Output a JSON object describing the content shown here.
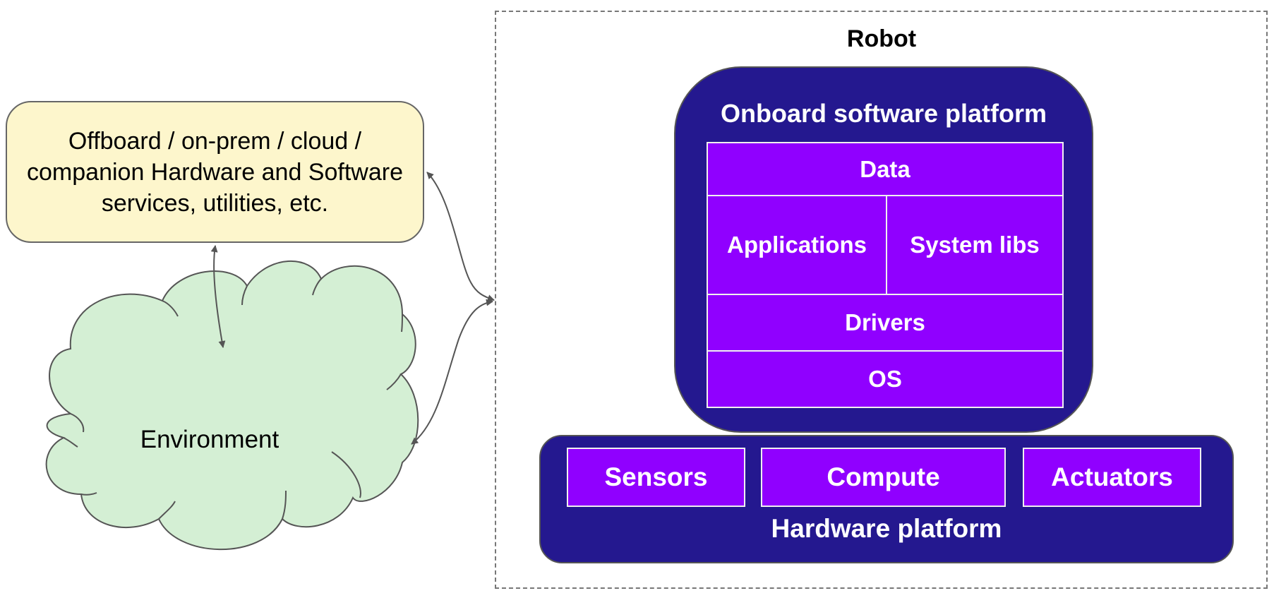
{
  "robot": {
    "title": "Robot",
    "onboard": {
      "title": "Onboard software platform",
      "layers": {
        "data": "Data",
        "applications": "Applications",
        "system_libs": "System libs",
        "drivers": "Drivers",
        "os": "OS"
      }
    },
    "hardware": {
      "title": "Hardware platform",
      "components": [
        "Sensors",
        "Compute",
        "Actuators"
      ]
    }
  },
  "offboard": {
    "label": "Offboard / on-prem / cloud / companion Hardware and Software services, utilities, etc."
  },
  "environment": {
    "label": "Environment"
  },
  "colors": {
    "navy": "#24188f",
    "purple": "#9000ff",
    "offboard_fill": "#fdf6cc",
    "cloud_fill": "#d4efd4",
    "arrow": "#555555"
  },
  "connections": [
    {
      "from": "offboard",
      "to": "environment",
      "direction": "bidirectional"
    },
    {
      "from": "offboard",
      "to": "robot",
      "direction": "bidirectional"
    },
    {
      "from": "environment",
      "to": "robot",
      "direction": "bidirectional"
    }
  ]
}
